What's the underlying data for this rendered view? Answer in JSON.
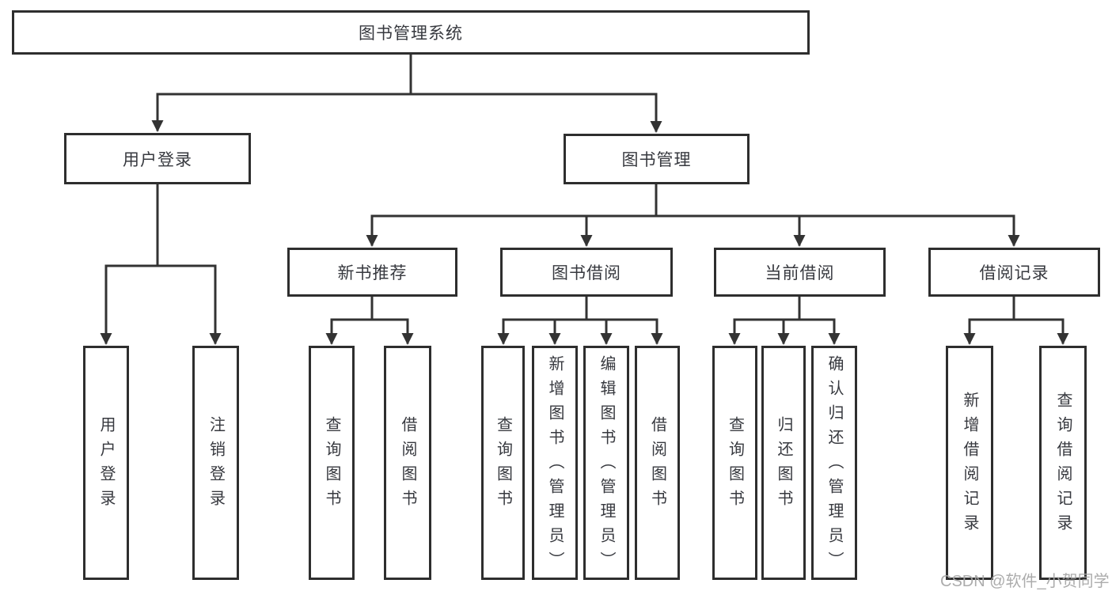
{
  "diagram": {
    "root": {
      "label": "图书管理系统"
    },
    "branches": [
      {
        "label": "用户登录",
        "children": [
          {
            "label": "用户登录"
          },
          {
            "label": "注销登录"
          }
        ]
      },
      {
        "label": "图书管理",
        "children": [
          {
            "label": "新书推荐",
            "children": [
              {
                "label": "查询图书"
              },
              {
                "label": "借阅图书"
              }
            ]
          },
          {
            "label": "图书借阅",
            "children": [
              {
                "label": "查询图书"
              },
              {
                "label": "新增图书（管理员）"
              },
              {
                "label": "编辑图书（管理员）"
              },
              {
                "label": "借阅图书"
              }
            ]
          },
          {
            "label": "当前借阅",
            "children": [
              {
                "label": "查询图书"
              },
              {
                "label": "归还图书"
              },
              {
                "label": "确认归还（管理员）"
              }
            ]
          },
          {
            "label": "借阅记录",
            "children": [
              {
                "label": "新增借阅记录"
              },
              {
                "label": "查询借阅记录"
              }
            ]
          }
        ]
      }
    ],
    "watermark": "CSDN @软件_小贺同学",
    "colors": {
      "line": "#333333",
      "box_border": "#2e2e2e",
      "text": "#37393f",
      "background": "#ffffff",
      "watermark": "#a6a6a6"
    }
  }
}
